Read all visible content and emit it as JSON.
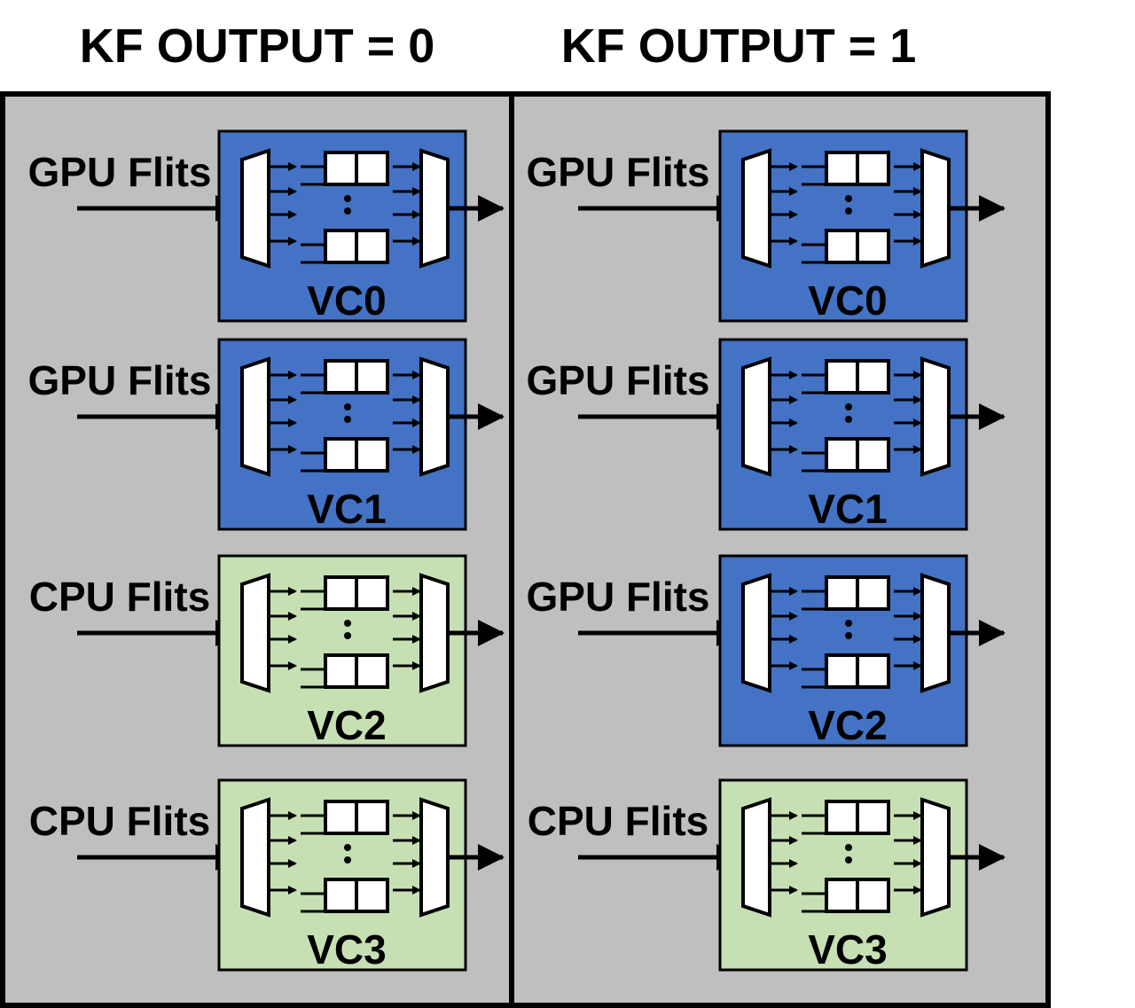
{
  "titles": {
    "left": "KF OUTPUT = 0",
    "right": "KF OUTPUT = 1"
  },
  "colors": {
    "panel_bg": "#bfbfbf",
    "gpu_vc": "#4472c4",
    "cpu_vc": "#c6e0b4",
    "outline": "#000000"
  },
  "panels": [
    {
      "vcs": [
        {
          "label": "VC0",
          "flit": "GPU Flits",
          "kind": "gpu"
        },
        {
          "label": "VC1",
          "flit": "GPU Flits",
          "kind": "gpu"
        },
        {
          "label": "VC2",
          "flit": "CPU Flits",
          "kind": "cpu"
        },
        {
          "label": "VC3",
          "flit": "CPU Flits",
          "kind": "cpu"
        }
      ]
    },
    {
      "vcs": [
        {
          "label": "VC0",
          "flit": "GPU Flits",
          "kind": "gpu"
        },
        {
          "label": "VC1",
          "flit": "GPU Flits",
          "kind": "gpu"
        },
        {
          "label": "VC2",
          "flit": "GPU Flits",
          "kind": "gpu"
        },
        {
          "label": "VC3",
          "flit": "CPU Flits",
          "kind": "cpu"
        }
      ]
    }
  ]
}
